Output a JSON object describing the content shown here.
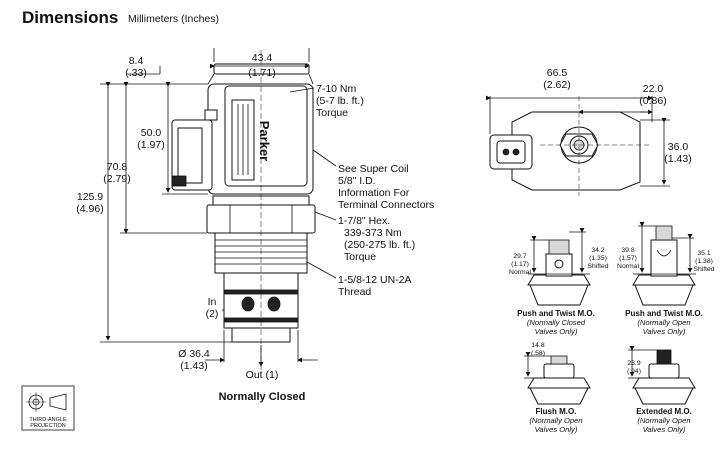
{
  "header": {
    "title": "Dimensions",
    "subtitle": "Millimeters (Inches)"
  },
  "main_view": {
    "dim_8_4": "8.4",
    "dim_8_4_in": "(.33)",
    "dim_43_4": "43.4",
    "dim_43_4_in": "(1.71)",
    "torque_coil_1": "7-10 Nm",
    "torque_coil_2": "(5-7 lb. ft.)",
    "torque_coil_3": "Torque",
    "dim_50_0": "50.0",
    "dim_50_0_in": "(1.97)",
    "dim_70_8": "70.8",
    "dim_70_8_in": "(2.79)",
    "dim_125_9": "125.9",
    "dim_125_9_in": "(4.96)",
    "coil_note_1": "See Super Coil",
    "coil_note_2": "5/8\" I.D.",
    "coil_note_3": "Information For",
    "coil_note_4": "Terminal Connectors",
    "hex_1": "1-7/8\" Hex.",
    "hex_2": "339-373 Nm",
    "hex_3": "(250-275 lb. ft.)",
    "hex_4": "Torque",
    "thread_1": "1-5/8-12 UN-2A",
    "thread_2": "Thread",
    "port_in": "In",
    "port_in_num": "(2)",
    "dia": "Ø 36.4",
    "dia_in": "(1.43)",
    "port_out": "Out (1)",
    "caption": "Normally Closed",
    "brand": "Parker"
  },
  "top_view": {
    "dim_66_5": "66.5",
    "dim_66_5_in": "(2.62)",
    "dim_22_0": "22.0",
    "dim_22_0_in": "(0.86)",
    "dim_36_0": "36.0",
    "dim_36_0_in": "(1.43)"
  },
  "options": [
    {
      "title": "Push and Twist M.O.",
      "sub1": "(Normally Closed",
      "sub2": "Valves Only)",
      "d1": "29.7",
      "d1_in": "(1.17)",
      "d1_note": "Normal",
      "d2": "34.2",
      "d2_in": "(1.35)",
      "d2_note": "Shifted"
    },
    {
      "title": "Push and Twist M.O.",
      "sub1": "(Normally Open",
      "sub2": "Valves Only)",
      "d1": "39.8",
      "d1_in": "(1.57)",
      "d1_note": "Normal",
      "d2": "35.1",
      "d2_in": "(1.38)",
      "d2_note": "Shifted"
    },
    {
      "title": "Flush M.O.",
      "sub1": "(Normally Open",
      "sub2": "Valves Only)",
      "d1": "14.8",
      "d1_in": "(.58)"
    },
    {
      "title": "Extended M.O.",
      "sub1": "(Normally Open",
      "sub2": "Valves Only)",
      "d1": "23.9",
      "d1_in": "(.94)"
    }
  ],
  "projection": {
    "line1": "THIRD-ANGLE",
    "line2": "PROJECTION"
  }
}
